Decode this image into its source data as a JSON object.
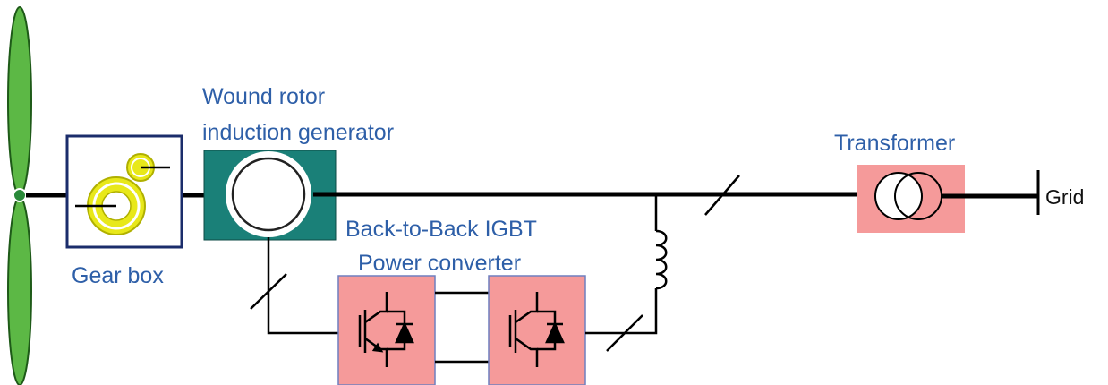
{
  "labels": {
    "generator_line1": "Wound rotor",
    "generator_line2": "induction generator",
    "transformer": "Transformer",
    "grid": "Grid",
    "gearbox": "Gear box",
    "converter_line1": "Back-to-Back IGBT",
    "converter_line2": "Power converter"
  },
  "colors": {
    "blade": "#5cb845",
    "hub": "#2a8a3a",
    "generator": "#1a8078",
    "gearbox_border": "#1b2d6b",
    "gear": "#e8e81a",
    "converter": "#f59a9a",
    "transformer": "#f59a9a",
    "label": "#2e5fa8"
  }
}
